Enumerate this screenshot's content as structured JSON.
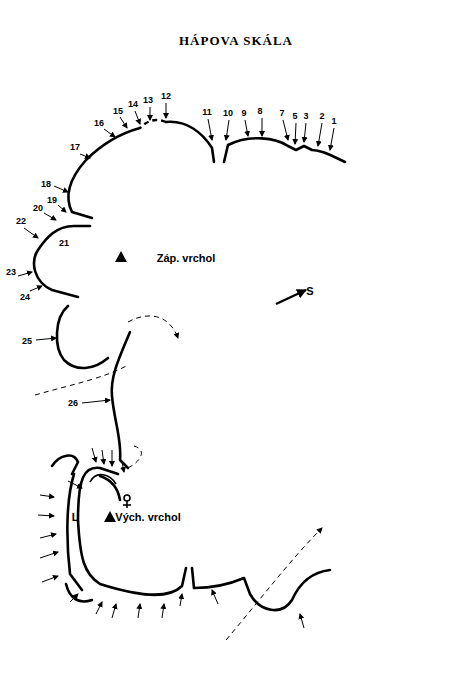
{
  "diagram": {
    "title": "HÁPOVA   SKÁLA",
    "labels": [
      "1",
      "2",
      "3",
      "5",
      "7",
      "8",
      "9",
      "10",
      "11",
      "12",
      "13",
      "14",
      "15",
      "16",
      "17",
      "18",
      "19",
      "20",
      "21",
      "22",
      "23",
      "24",
      "25",
      "26",
      "Záp. vrchol",
      "S",
      "Vých. vrchol",
      "L"
    ]
  }
}
